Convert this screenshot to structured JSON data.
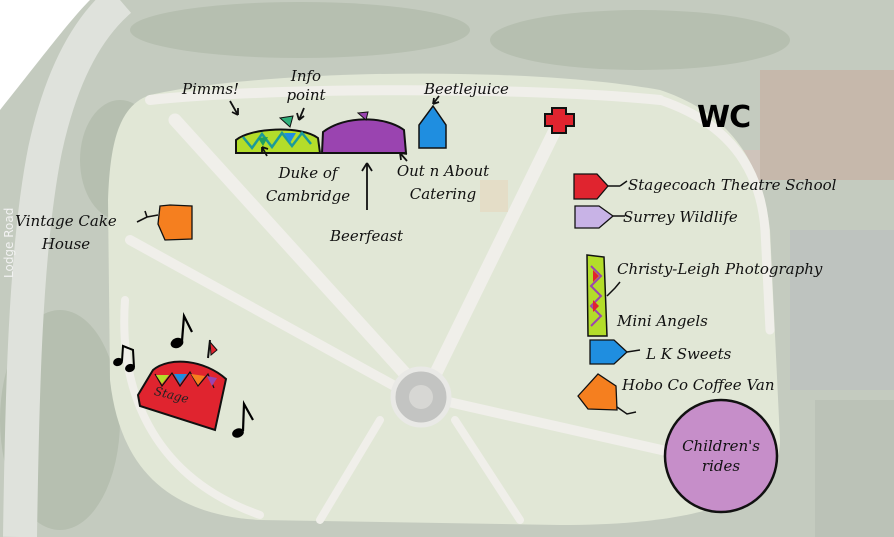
{
  "map": {
    "road_label": "Lodge Road",
    "colors": {
      "grass": "#e4eadb",
      "path": "#f1f0ec",
      "trees": "#b9c2b3",
      "lime": "#b3dd2a",
      "purple": "#9a44b0",
      "blue": "#1f8ee0",
      "red": "#e0242f",
      "orange": "#f57f1f",
      "lavender": "#c8b3e6",
      "rides_fill": "#c68ec9"
    },
    "labels": {
      "pimms": "Pimms!",
      "info_line1": "Info",
      "info_line2": "point",
      "beetlejuice": "Beetlejuice",
      "duke_line1": "Duke of",
      "duke_line2": "Cambridge",
      "outnabout_line1": "Out n About",
      "outnabout_line2": "Catering",
      "beerfeast": "Beerfeast",
      "wc": "WC",
      "vintage_line1": "Vintage Cake",
      "vintage_line2": "House",
      "stagecoach": "Stagecoach Theatre School",
      "surrey": "Surrey Wildlife",
      "christy": "Christy-Leigh Photography",
      "mini_angels": "Mini Angels",
      "lk_sweets": "L K Sweets",
      "hobo": "Hobo Co Coffee Van",
      "stage": "Stage",
      "rides_line1": "Children's",
      "rides_line2": "rides"
    },
    "icons": [
      "tent-icon",
      "first-aid-icon",
      "flag-icon",
      "music-note-icon",
      "arrow-icon"
    ]
  }
}
